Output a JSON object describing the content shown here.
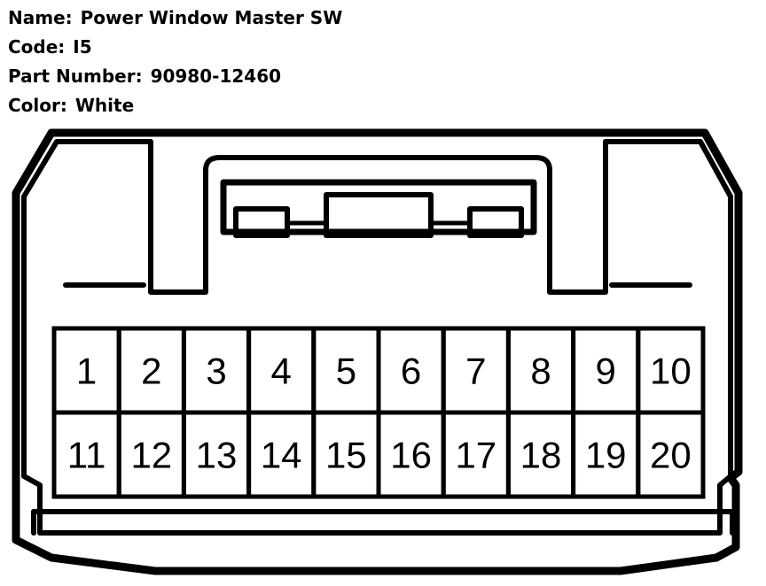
{
  "connector": {
    "name_label": "Name:",
    "name": "Power Window Master SW",
    "code_label": "Code:",
    "code": "I5",
    "part_number_label": "Part Number:",
    "part_number": "90980-12460",
    "color_label": "Color:",
    "color": "White"
  },
  "pins": {
    "row1": [
      "1",
      "2",
      "3",
      "4",
      "5",
      "6",
      "7",
      "8",
      "9",
      "10"
    ],
    "row2": [
      "11",
      "12",
      "13",
      "14",
      "15",
      "16",
      "17",
      "18",
      "19",
      "20"
    ]
  }
}
